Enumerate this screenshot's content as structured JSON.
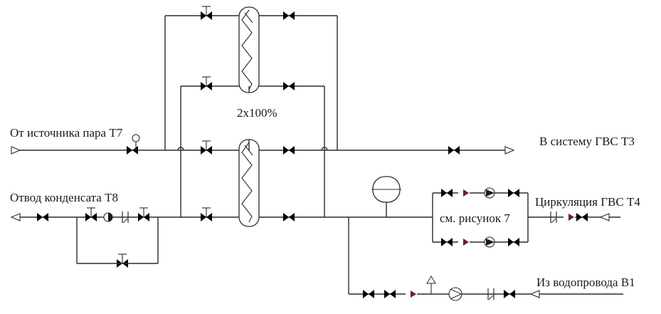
{
  "labels": {
    "steam_source": "От источника пара Т7",
    "condensate": "Отвод конденсата Т8",
    "to_hws": "В систему ГВС Т3",
    "hws_circulation": "Циркуляция ГВС Т4",
    "water_supply": "Из водопровода В1",
    "exchangers_note": "2х100%",
    "see_figure": "см. рисунок 7"
  }
}
